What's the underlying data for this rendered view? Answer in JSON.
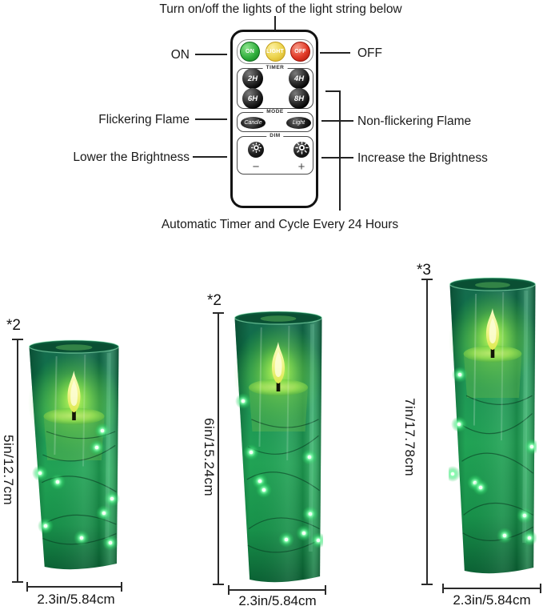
{
  "header": {
    "title": "Turn on/off the lights of the light string below"
  },
  "footer_caption": "Automatic Timer and Cycle Every 24 Hours",
  "remote": {
    "power": [
      {
        "label": "ON",
        "color": "#2fae3c"
      },
      {
        "label": "LIGHT",
        "color": "#ecd34c"
      },
      {
        "label": "OFF",
        "color": "#e23a28"
      }
    ],
    "timer": {
      "label": "TIMER",
      "buttons": [
        "2H",
        "4H",
        "6H",
        "8H"
      ]
    },
    "mode": {
      "label": "MODE",
      "buttons": [
        "Candle",
        "Light"
      ]
    },
    "dim": {
      "label": "DIM",
      "decrease": "−",
      "increase": "+",
      "icons": [
        "sun-dim-icon",
        "sun-bright-icon"
      ]
    }
  },
  "callouts": {
    "left": [
      {
        "label": "ON"
      },
      {
        "label": "Flickering Flame"
      },
      {
        "label": "Lower the Brightness"
      }
    ],
    "right": [
      {
        "label": "OFF"
      },
      {
        "label": "Non-flickering Flame"
      },
      {
        "label": "Increase the Brightness"
      }
    ]
  },
  "candles": [
    {
      "quantity": "*2",
      "height": "5in/12.7cm",
      "diameter": "2.3in/5.84cm"
    },
    {
      "quantity": "*2",
      "height": "6in/15.24cm",
      "diameter": "2.3in/5.84cm"
    },
    {
      "quantity": "*3",
      "height": "7in/17.78cm",
      "diameter": "2.3in/5.84cm"
    }
  ],
  "colors": {
    "candle_glass_green": "#1d9355",
    "led_light_green": "#8effb4",
    "flame_yellow": "#f3f68f",
    "remote_on_green": "#2fae3c",
    "remote_light_yellow": "#ecd34c",
    "remote_off_red": "#e23a28",
    "annotation_line": "#232323"
  }
}
